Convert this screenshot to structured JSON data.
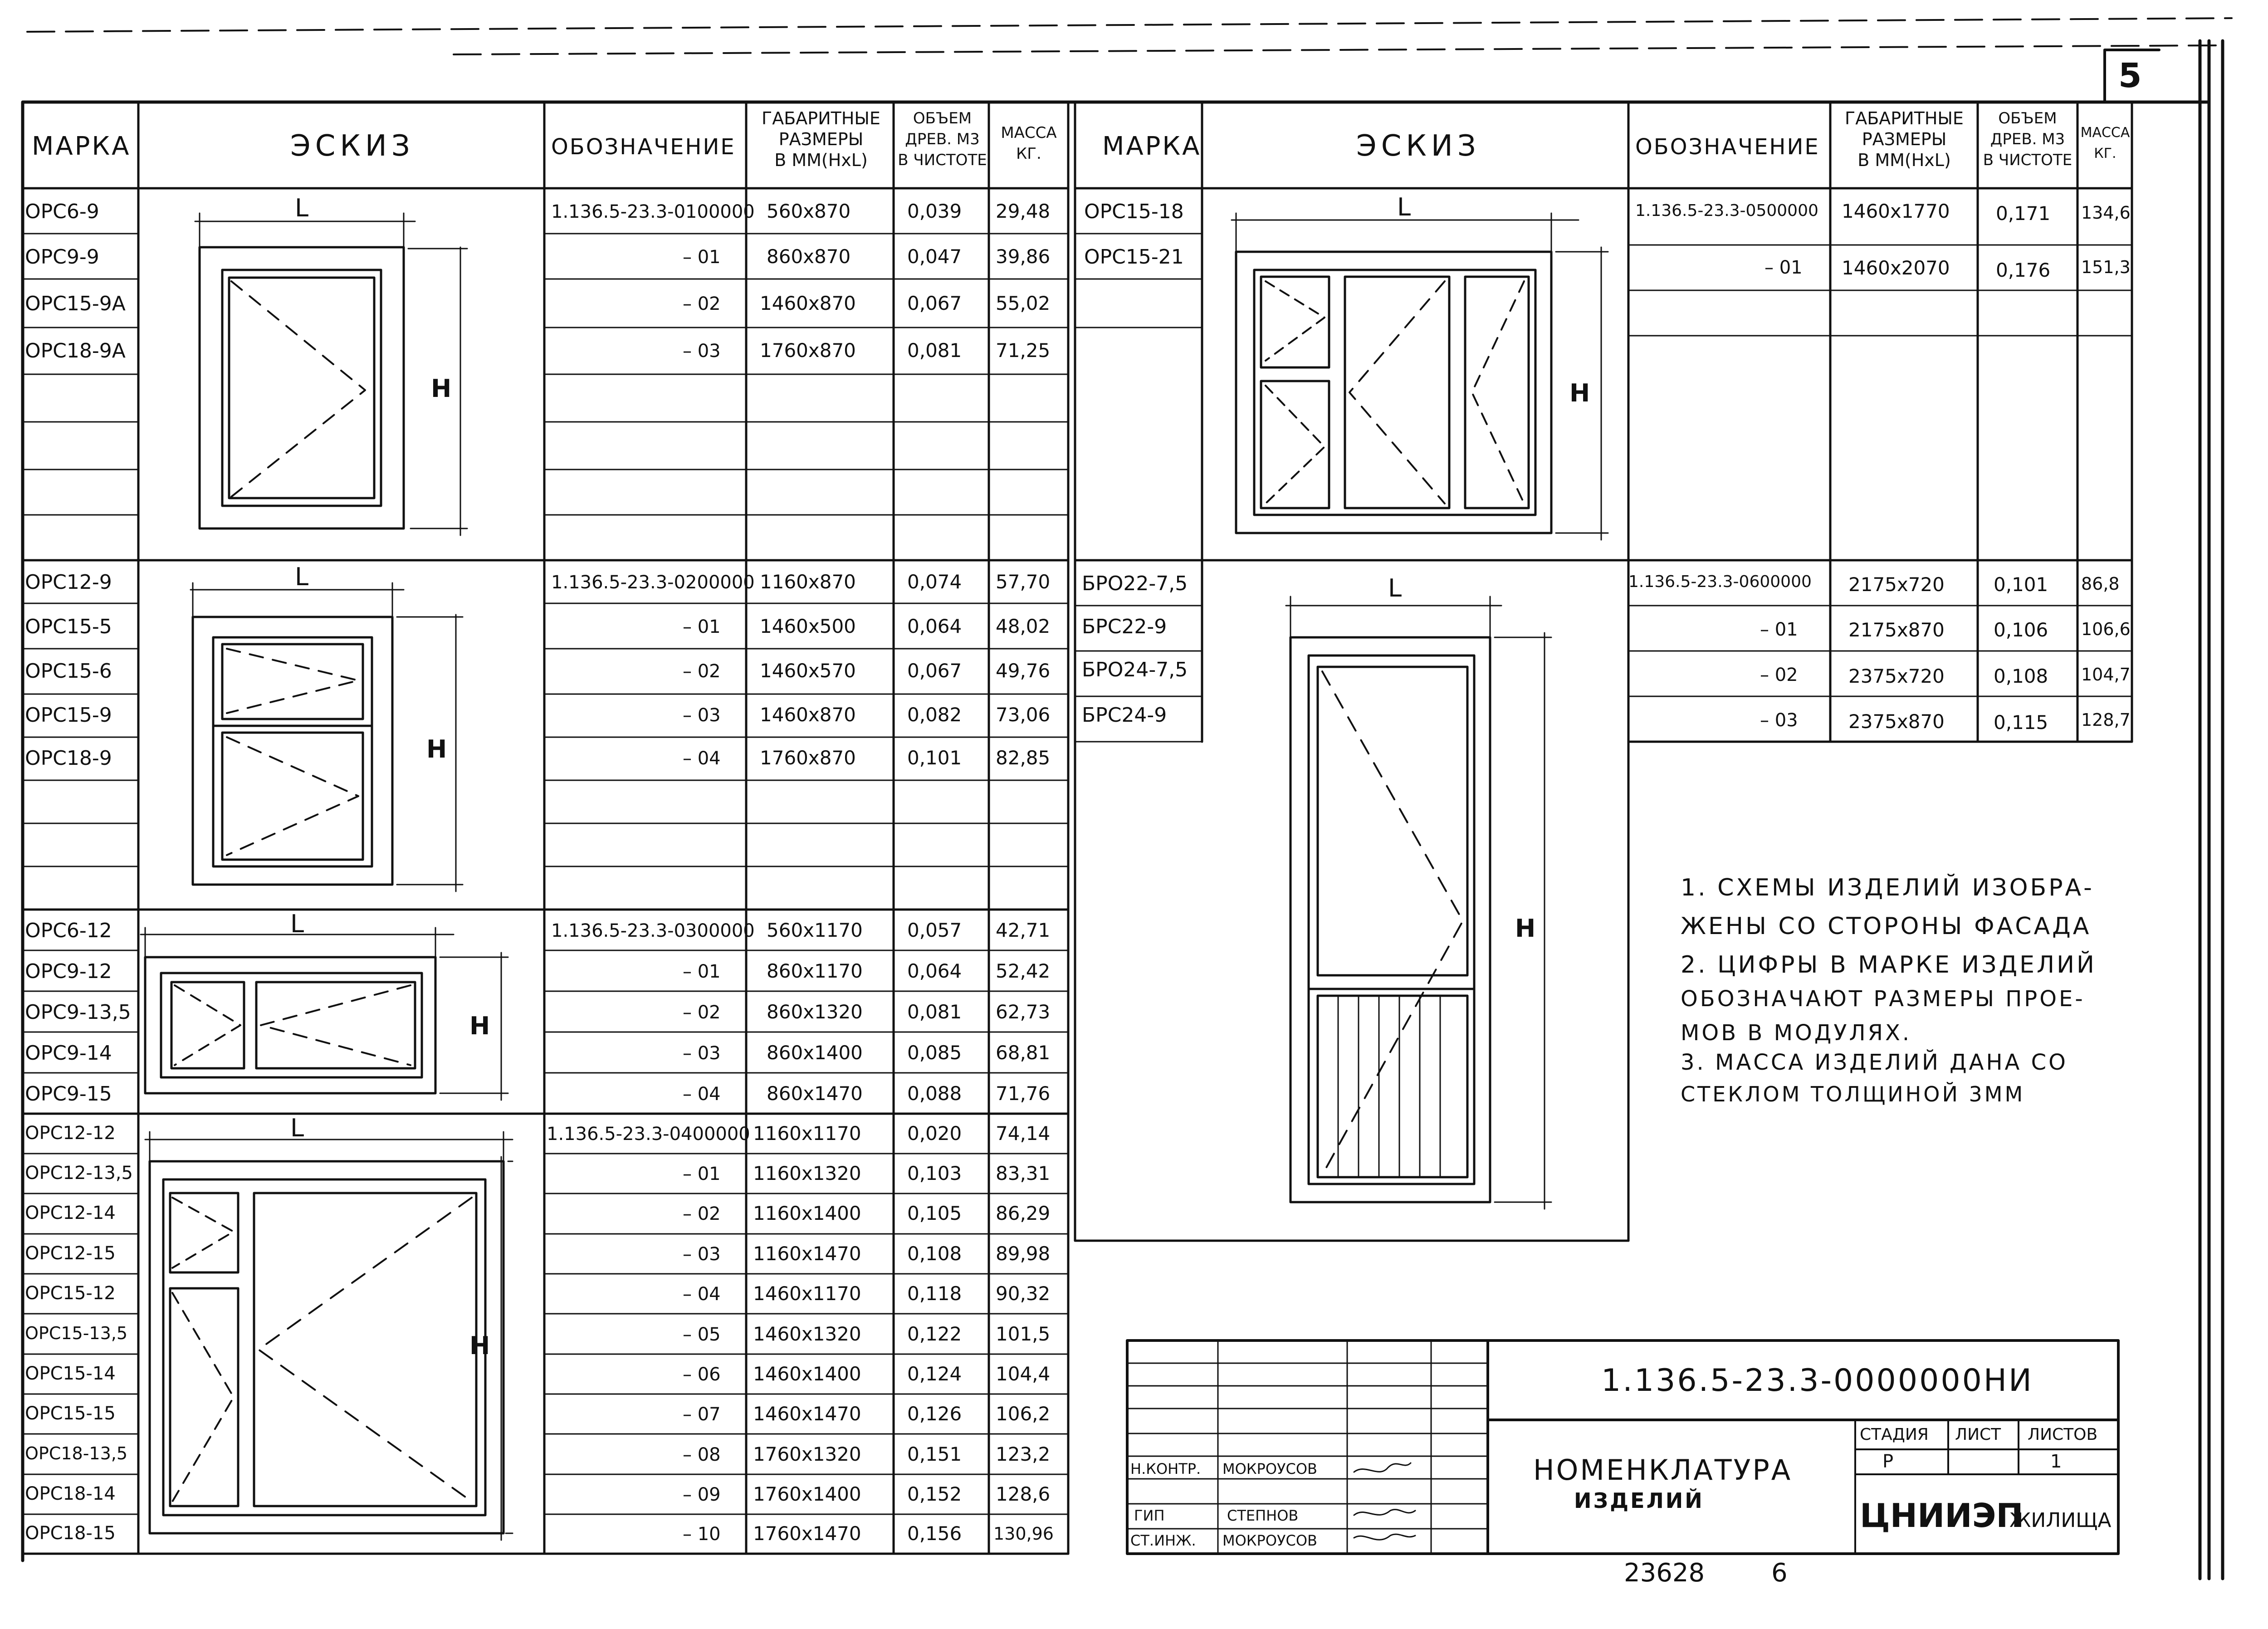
{
  "sheet_number": "5",
  "headers": {
    "mark": "МАРКА",
    "sketch": "ЭСКИЗ",
    "designation": "ОБОЗНАЧЕНИЕ",
    "dims_l1": "ГАБАРИТНЫЕ",
    "dims_l2": "РАЗМЕРЫ",
    "dims_l3": "В ММ(НхL)",
    "vol_l1": "ОБЪЕМ",
    "vol_l2": "ДРЕВ. М3",
    "vol_l3": "В ЧИСТОТЕ",
    "mass_l1": "МАССА",
    "mass_l2": "КГ."
  },
  "sketch_labels": {
    "width": "L",
    "height": "Н"
  },
  "left_groups": [
    {
      "rows": [
        {
          "mark": "ОРС6-9",
          "designation": "1.136.5-23.3-0100000",
          "dims": "560х870",
          "volume": "0,039",
          "mass": "29,48"
        },
        {
          "mark": "ОРС9-9",
          "designation": "– 01",
          "dims": "860х870",
          "volume": "0,047",
          "mass": "39,86"
        },
        {
          "mark": "ОРС15-9А",
          "designation": "– 02",
          "dims": "1460х870",
          "volume": "0,067",
          "mass": "55,02"
        },
        {
          "mark": "ОРС18-9А",
          "designation": "– 03",
          "dims": "1760х870",
          "volume": "0,081",
          "mass": "71,25"
        }
      ]
    },
    {
      "rows": [
        {
          "mark": "ОРС12-9",
          "designation": "1.136.5-23.3-0200000",
          "dims": "1160х870",
          "volume": "0,074",
          "mass": "57,70"
        },
        {
          "mark": "ОРС15-5",
          "designation": "– 01",
          "dims": "1460х500",
          "volume": "0,064",
          "mass": "48,02"
        },
        {
          "mark": "ОРС15-6",
          "designation": "– 02",
          "dims": "1460х570",
          "volume": "0,067",
          "mass": "49,76"
        },
        {
          "mark": "ОРС15-9",
          "designation": "– 03",
          "dims": "1460х870",
          "volume": "0,082",
          "mass": "73,06"
        },
        {
          "mark": "ОРС18-9",
          "designation": "– 04",
          "dims": "1760х870",
          "volume": "0,101",
          "mass": "82,85"
        }
      ]
    },
    {
      "rows": [
        {
          "mark": "ОРС6-12",
          "designation": "1.136.5-23.3-0300000",
          "dims": "560х1170",
          "volume": "0,057",
          "mass": "42,71"
        },
        {
          "mark": "ОРС9-12",
          "designation": "– 01",
          "dims": "860х1170",
          "volume": "0,064",
          "mass": "52,42"
        },
        {
          "mark": "ОРС9-13,5",
          "designation": "– 02",
          "dims": "860х1320",
          "volume": "0,081",
          "mass": "62,73"
        },
        {
          "mark": "ОРС9-14",
          "designation": "– 03",
          "dims": "860х1400",
          "volume": "0,085",
          "mass": "68,81"
        },
        {
          "mark": "ОРС9-15",
          "designation": "– 04",
          "dims": "860х1470",
          "volume": "0,088",
          "mass": "71,76"
        }
      ]
    },
    {
      "rows": [
        {
          "mark": "ОРС12-12",
          "designation": "1.136.5-23.3-0400000",
          "dims": "1160х1170",
          "volume": "0,020",
          "mass": "74,14"
        },
        {
          "mark": "ОРС12-13,5",
          "designation": "– 01",
          "dims": "1160х1320",
          "volume": "0,103",
          "mass": "83,31"
        },
        {
          "mark": "ОРС12-14",
          "designation": "– 02",
          "dims": "1160х1400",
          "volume": "0,105",
          "mass": "86,29"
        },
        {
          "mark": "ОРС12-15",
          "designation": "– 03",
          "dims": "1160х1470",
          "volume": "0,108",
          "mass": "89,98"
        },
        {
          "mark": "ОРС15-12",
          "designation": "– 04",
          "dims": "1460х1170",
          "volume": "0,118",
          "mass": "90,32"
        },
        {
          "mark": "ОРС15-13,5",
          "designation": "– 05",
          "dims": "1460х1320",
          "volume": "0,122",
          "mass": "101,5"
        },
        {
          "mark": "ОРС15-14",
          "designation": "– 06",
          "dims": "1460х1400",
          "volume": "0,124",
          "mass": "104,4"
        },
        {
          "mark": "ОРС15-15",
          "designation": "– 07",
          "dims": "1460х1470",
          "volume": "0,126",
          "mass": "106,2"
        },
        {
          "mark": "ОРС18-13,5",
          "designation": "– 08",
          "dims": "1760х1320",
          "volume": "0,151",
          "mass": "123,2"
        },
        {
          "mark": "ОРС18-14",
          "designation": "– 09",
          "dims": "1760х1400",
          "volume": "0,152",
          "mass": "128,6"
        },
        {
          "mark": "ОРС18-15",
          "designation": "– 10",
          "dims": "1760х1470",
          "volume": "0,156",
          "mass": "130,96"
        }
      ]
    }
  ],
  "right_groups": [
    {
      "rows": [
        {
          "mark": "ОРС15-18",
          "designation": "1.136.5-23.3-0500000",
          "dims": "1460х1770",
          "volume": "0,171",
          "mass": "134,6"
        },
        {
          "mark": "ОРС15-21",
          "designation": "– 01",
          "dims": "1460х2070",
          "volume": "0,176",
          "mass": "151,3"
        }
      ]
    },
    {
      "rows": [
        {
          "mark": "БРО22-7,5",
          "designation": "1.136.5-23.3-0600000",
          "dims": "2175х720",
          "volume": "0,101",
          "mass": "86,8"
        },
        {
          "mark": "БРС22-9",
          "designation": "– 01",
          "dims": "2175х870",
          "volume": "0,106",
          "mass": "106,6"
        },
        {
          "mark": "БРО24-7,5",
          "designation": "– 02",
          "dims": "2375х720",
          "volume": "0,108",
          "mass": "104,7"
        },
        {
          "mark": "БРС24-9",
          "designation": "– 03",
          "dims": "2375х870",
          "volume": "0,115",
          "mass": "128,7"
        }
      ]
    }
  ],
  "notes": [
    "1. СХЕМЫ ИЗДЕЛИЙ ИЗОБРА-",
    "ЖЕНЫ СО СТОРОНЫ ФАСАДА",
    "2. ЦИФРЫ В МАРКЕ ИЗДЕЛИЙ",
    "ОБОЗНАЧАЮТ РАЗМЕРЫ ПРОЕ-",
    "МОВ В МОДУЛЯХ.",
    "3. МАССА ИЗДЕЛИЙ ДАНА СО",
    "СТЕКЛОМ ТОЛЩИНОЙ 3ММ"
  ],
  "title_block": {
    "code": "1.136.5-23.3-0000000НИ",
    "title_l1": "НОМЕНКЛАТУРА",
    "title_l2": "ИЗДЕЛИЙ",
    "stage_label": "СТАДИЯ",
    "sheet_label": "ЛИСТ",
    "sheets_label": "ЛИСТОВ",
    "stage": "Р",
    "sheet": "1",
    "sheets": "",
    "org": "ЦНИИЭП",
    "org_suffix": "ЖИЛИЩА",
    "signatures": [
      {
        "role": "Н.КОНТР.",
        "name": "МОКРОУСОВ"
      },
      {
        "role": "ГИП",
        "name": "СТЕПНОВ"
      },
      {
        "role": "СТ.ИНЖ.",
        "name": "МОКРОУСОВ"
      }
    ]
  },
  "footer": {
    "inv": "23628",
    "page": "6"
  }
}
